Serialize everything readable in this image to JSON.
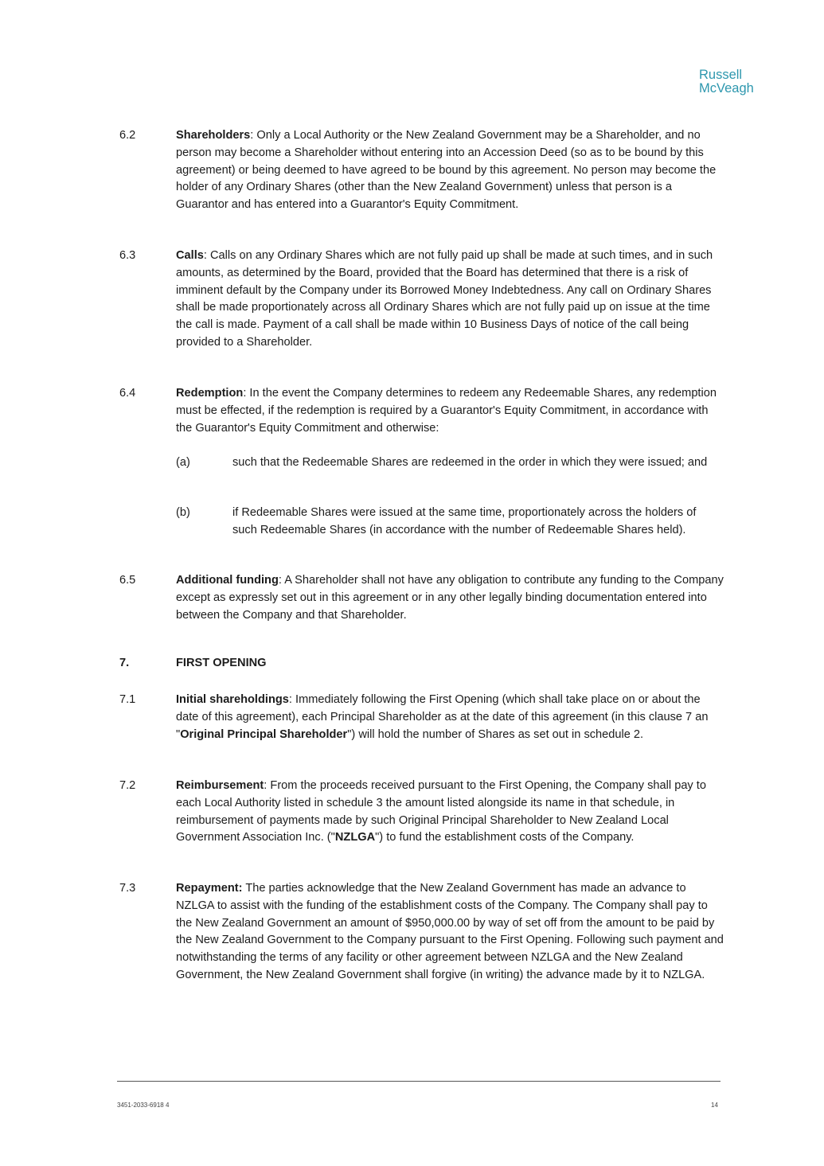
{
  "logo": {
    "line1": "Russell",
    "line2": "McVeagh"
  },
  "clauses": {
    "c6_2": {
      "num": "6.2",
      "title": "Shareholders",
      "text": ": Only a Local Authority or the New Zealand Government may be a Shareholder, and no person may become a Shareholder without entering into an Accession Deed (so as to be bound by this agreement) or being deemed to have agreed to be bound by this agreement. No person may become the holder of any Ordinary Shares (other than the New Zealand Government) unless that person is a Guarantor and has entered into a Guarantor's Equity Commitment."
    },
    "c6_3": {
      "num": "6.3",
      "title": "Calls",
      "text": ": Calls on any Ordinary Shares which are not fully paid up shall be made at such times, and in such amounts, as determined by the Board, provided that the Board has determined that there is a risk of imminent default by the Company under its Borrowed Money Indebtedness. Any call on Ordinary Shares shall be made proportionately across all Ordinary Shares which are not fully paid up on issue at the time the call is made. Payment of a call shall be made within 10 Business Days of notice of the call being provided to a Shareholder."
    },
    "c6_4": {
      "num": "6.4",
      "title": "Redemption",
      "text": ": In the event the Company determines to redeem any Redeemable Shares, any redemption must be effected, if the redemption is required by a Guarantor's Equity Commitment, in accordance with the Guarantor's Equity Commitment and otherwise:",
      "sub_a": {
        "label": "(a)",
        "text": "such that the Redeemable Shares are redeemed in the order in which they were issued; and"
      },
      "sub_b": {
        "label": "(b)",
        "text": "if Redeemable Shares were issued at the same time, proportionately across the holders of such Redeemable Shares (in accordance with the number of Redeemable Shares held)."
      }
    },
    "c6_5": {
      "num": "6.5",
      "title": "Additional funding",
      "text": ": A Shareholder shall not have any obligation to contribute any funding to the Company except as expressly set out in this agreement or in any other legally binding documentation entered into between the Company and that Shareholder."
    },
    "c7": {
      "num": "7.",
      "title": "FIRST OPENING"
    },
    "c7_1": {
      "num": "7.1",
      "title": "Initial shareholdings",
      "text_pre": ": Immediately following the First Opening (which shall take place on or about the date of this agreement), each Principal Shareholder as at the date of this agreement (in this clause 7 an \"",
      "defined": "Original Principal Shareholder",
      "text_post": "\") will hold the number of Shares as set out in schedule 2."
    },
    "c7_2": {
      "num": "7.2",
      "title": "Reimbursement",
      "text_pre": ": From the proceeds received pursuant to the First Opening, the Company shall pay to each Local Authority listed in schedule 3 the amount listed alongside its name in that schedule, in reimbursement of payments made by such Original Principal Shareholder to New Zealand Local Government Association Inc. (\"",
      "defined": "NZLGA",
      "text_post": "\") to fund the establishment costs of the Company."
    },
    "c7_3": {
      "num": "7.3",
      "title": "Repayment:",
      "text": " The parties acknowledge that the New Zealand Government has made an advance to NZLGA to assist with the funding of the establishment costs of the Company. The Company shall pay to the New Zealand Government an amount of $950,000.00 by way of set off from the amount to be paid by the New Zealand Government to the Company pursuant to the First Opening. Following such payment and notwithstanding the terms of any facility or other agreement between NZLGA and the New Zealand Government, the New Zealand Government shall forgive (in writing) the advance made by it to NZLGA."
    }
  },
  "footer": {
    "ref": "3451-2033-6918 4",
    "page": "14"
  }
}
